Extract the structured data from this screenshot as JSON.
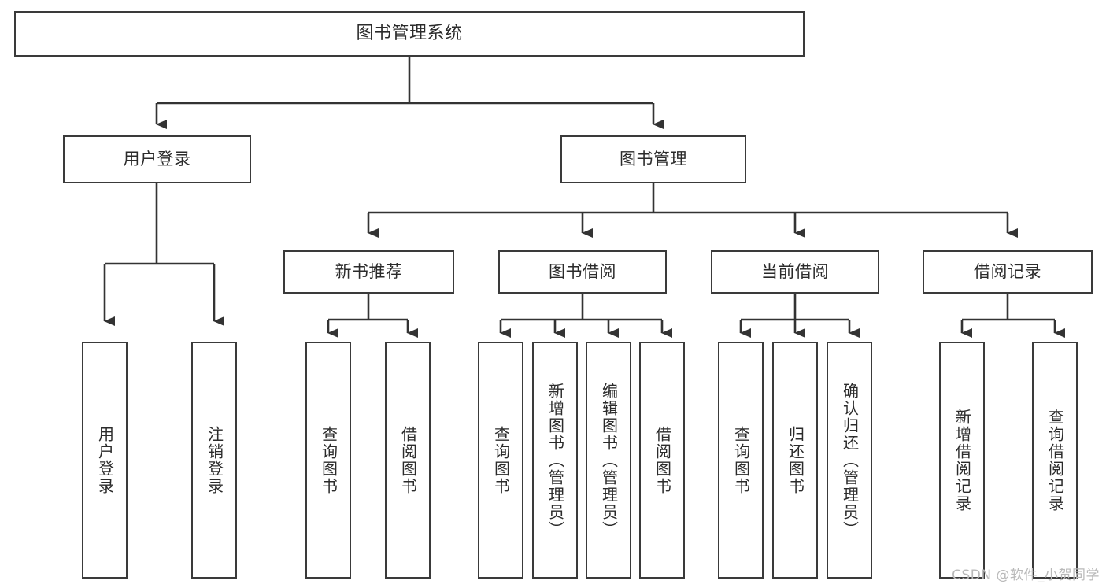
{
  "diagram": {
    "title": "图书管理系统",
    "type": "tree-hierarchy-diagram",
    "colors": {
      "background": "#ffffff",
      "box_border": "#3a3a3a",
      "box_fill": "#ffffff",
      "text": "#2b2b2b",
      "connector": "#333333",
      "watermark": "#b9b9b9"
    }
  },
  "root": {
    "label": "图书管理系统"
  },
  "level2": [
    {
      "label": "用户登录"
    },
    {
      "label": "图书管理"
    }
  ],
  "level3": [
    {
      "label": "新书推荐"
    },
    {
      "label": "图书借阅"
    },
    {
      "label": "当前借阅"
    },
    {
      "label": "借阅记录"
    }
  ],
  "leaves": {
    "user_login": [
      {
        "label": "用户登录"
      },
      {
        "label": "注销登录"
      }
    ],
    "new_book_recommend": [
      {
        "label": "查询图书"
      },
      {
        "label": "借阅图书"
      }
    ],
    "book_borrow": [
      {
        "label": "查询图书"
      },
      {
        "label": "新增图书（管理员）"
      },
      {
        "label": "编辑图书（管理员）"
      },
      {
        "label": "借阅图书"
      }
    ],
    "current_borrow": [
      {
        "label": "查询图书"
      },
      {
        "label": "归还图书"
      },
      {
        "label": "确认归还（管理员）"
      }
    ],
    "borrow_records": [
      {
        "label": "新增借阅记录"
      },
      {
        "label": "查询借阅记录"
      }
    ]
  },
  "watermark": {
    "text": "CSDN @软件_小贺同学"
  }
}
